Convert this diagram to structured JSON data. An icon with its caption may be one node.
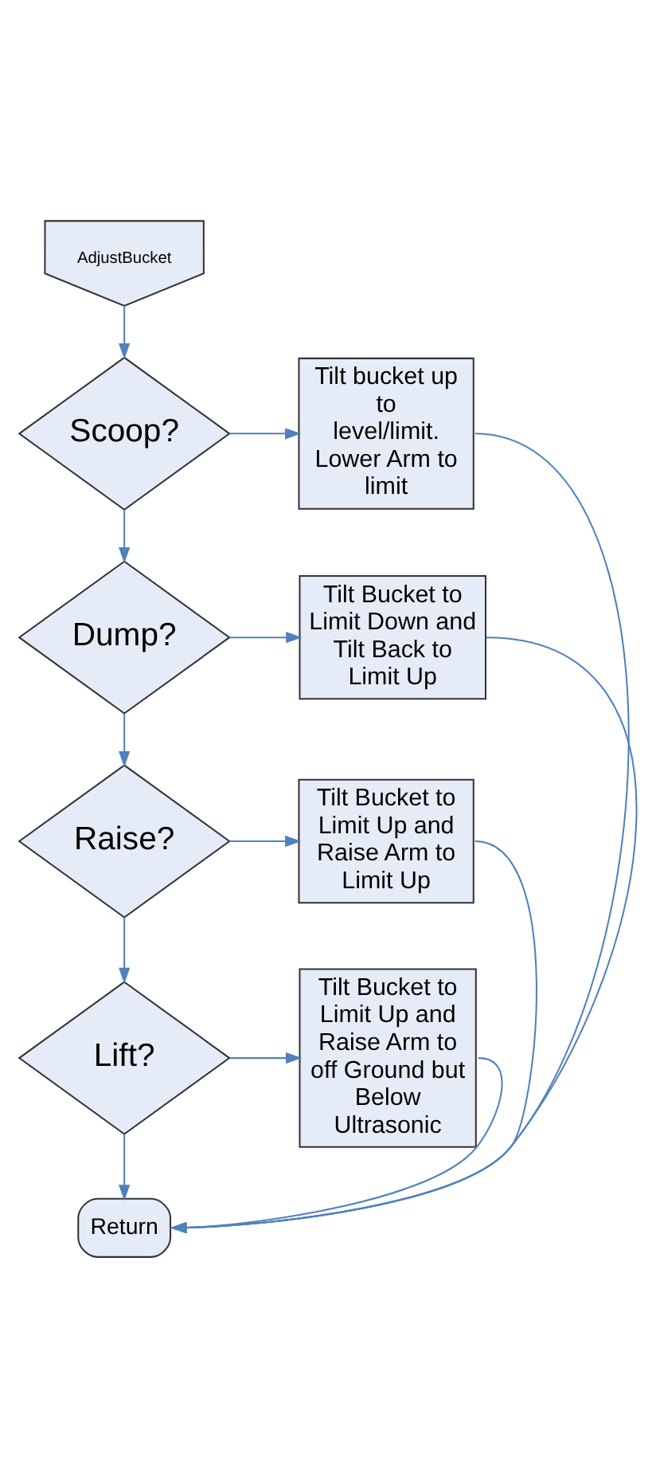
{
  "diagram": {
    "nodes": [
      {
        "text": [
          "AdjustBucket"
        ]
      },
      {
        "text": [
          "Scoop?"
        ]
      },
      {
        "text": [
          "Tilt bucket up to level/limit. Lower Arm to limit"
        ]
      },
      {
        "text": [
          "Dump?"
        ]
      },
      {
        "text": [
          "Tilt Bucket to Limit Down and Tilt Back to Limit Up"
        ]
      },
      {
        "text": [
          "Raise?"
        ]
      },
      {
        "text": [
          "Tilt Bucket to Limit Up and Raise Arm to Limit Up"
        ]
      },
      {
        "text": [
          "Lift?"
        ]
      },
      {
        "text": [
          "Tilt Bucket to Limit Up and Raise Arm to off Ground but Below Ultrasonic"
        ]
      },
      {
        "text": [
          "Return"
        ]
      }
    ],
    "edges": [
      {
        "from": 0,
        "to": 1,
        "arrow": "to"
      },
      {
        "from": 1,
        "to": 2,
        "arrow": "to"
      },
      {
        "from": 1,
        "to": 3,
        "arrow": "to"
      },
      {
        "from": 3,
        "to": 4,
        "arrow": "to"
      },
      {
        "from": 3,
        "to": 5,
        "arrow": "to"
      },
      {
        "from": 5,
        "to": 6,
        "arrow": "to"
      },
      {
        "from": 5,
        "to": 7,
        "arrow": "to"
      },
      {
        "from": 7,
        "to": 8,
        "arrow": "to"
      },
      {
        "from": 7,
        "to": 9,
        "arrow": "to"
      },
      {
        "from": 2,
        "to": 9,
        "arrow": "to"
      },
      {
        "from": 4,
        "to": 9,
        "arrow": "to"
      },
      {
        "from": 6,
        "to": 9,
        "arrow": "to"
      },
      {
        "from": 8,
        "to": 9,
        "arrow": "to"
      }
    ]
  }
}
